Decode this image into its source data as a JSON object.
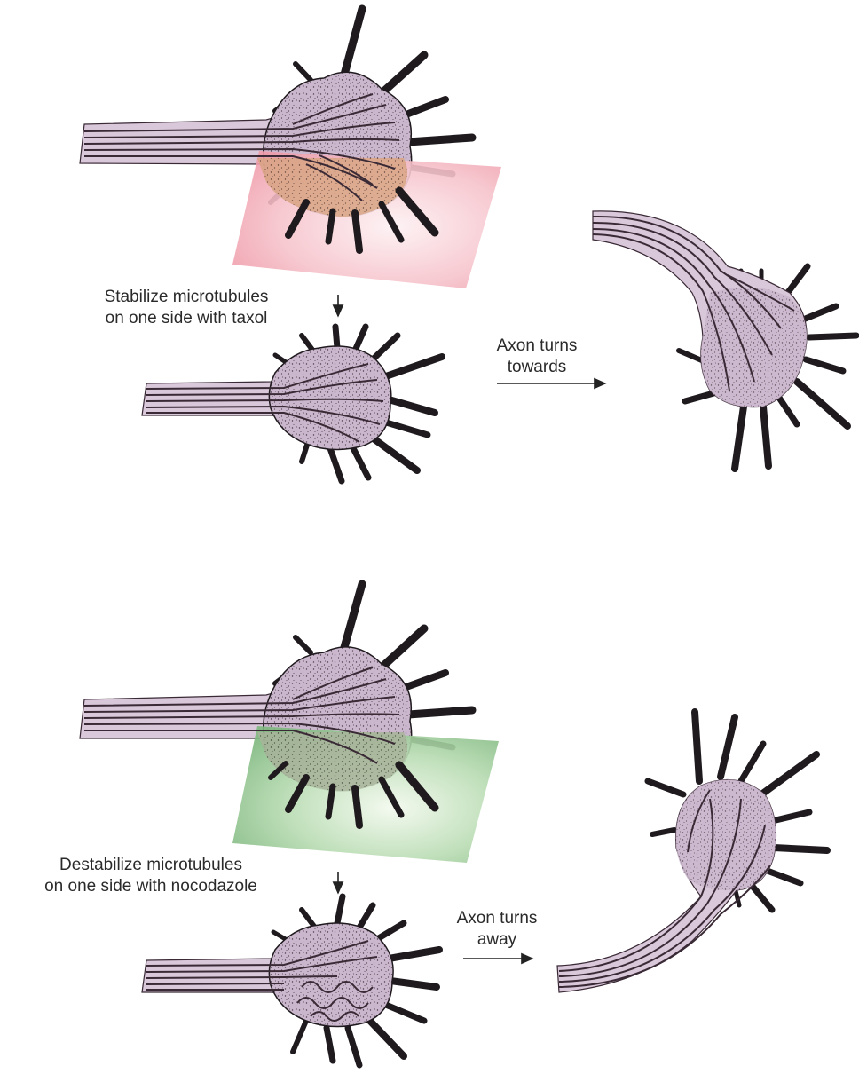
{
  "colors": {
    "background": "#ffffff",
    "axon_fill": "#d9c7da",
    "growth_cone_fill": "#cdb9cf",
    "microtubule_stroke": "#3a2a36",
    "filopodia": "#1f1a1e",
    "taxol_patch": "#f3a9b4",
    "nocodazole_patch": "#8cc48c",
    "text": "#2a2a2a"
  },
  "panels": [
    {
      "id": "stabilize",
      "treatment_label": [
        "Stabilize microtubules",
        "on one side with taxol"
      ],
      "outcome_label": [
        "Axon turns",
        "towards"
      ]
    },
    {
      "id": "destabilize",
      "treatment_label": [
        "Destabilize microtubules",
        "on one side with nocodazole"
      ],
      "outcome_label": [
        "Axon turns",
        "away"
      ]
    }
  ]
}
